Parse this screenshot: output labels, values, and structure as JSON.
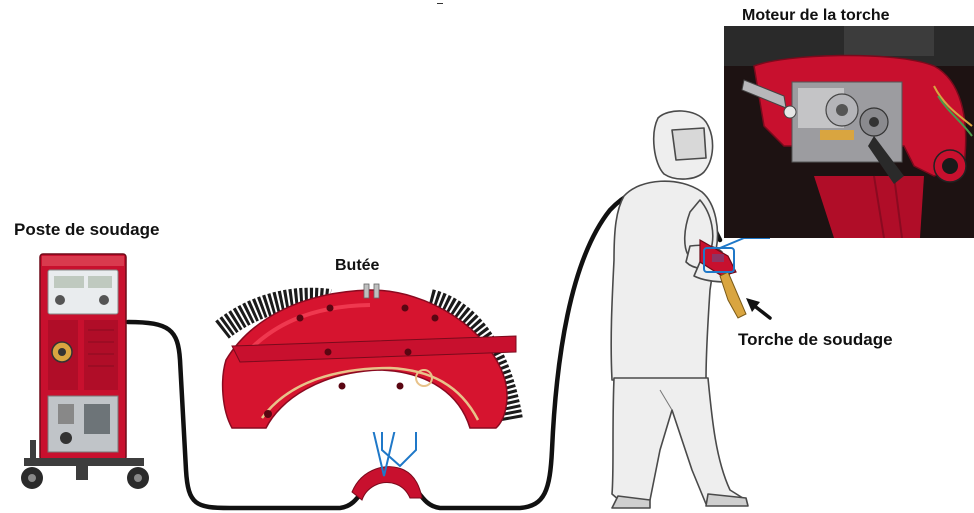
{
  "labels": {
    "poste": "Poste de soudage",
    "butee": "Butée",
    "moteur": "Moteur de la torche",
    "torche": "Torche de soudage"
  },
  "colors": {
    "machine_red": "#c8102e",
    "cable": "#111111",
    "callout_blue": "#1f78c8",
    "photo_bg": "#1a0d0d"
  }
}
